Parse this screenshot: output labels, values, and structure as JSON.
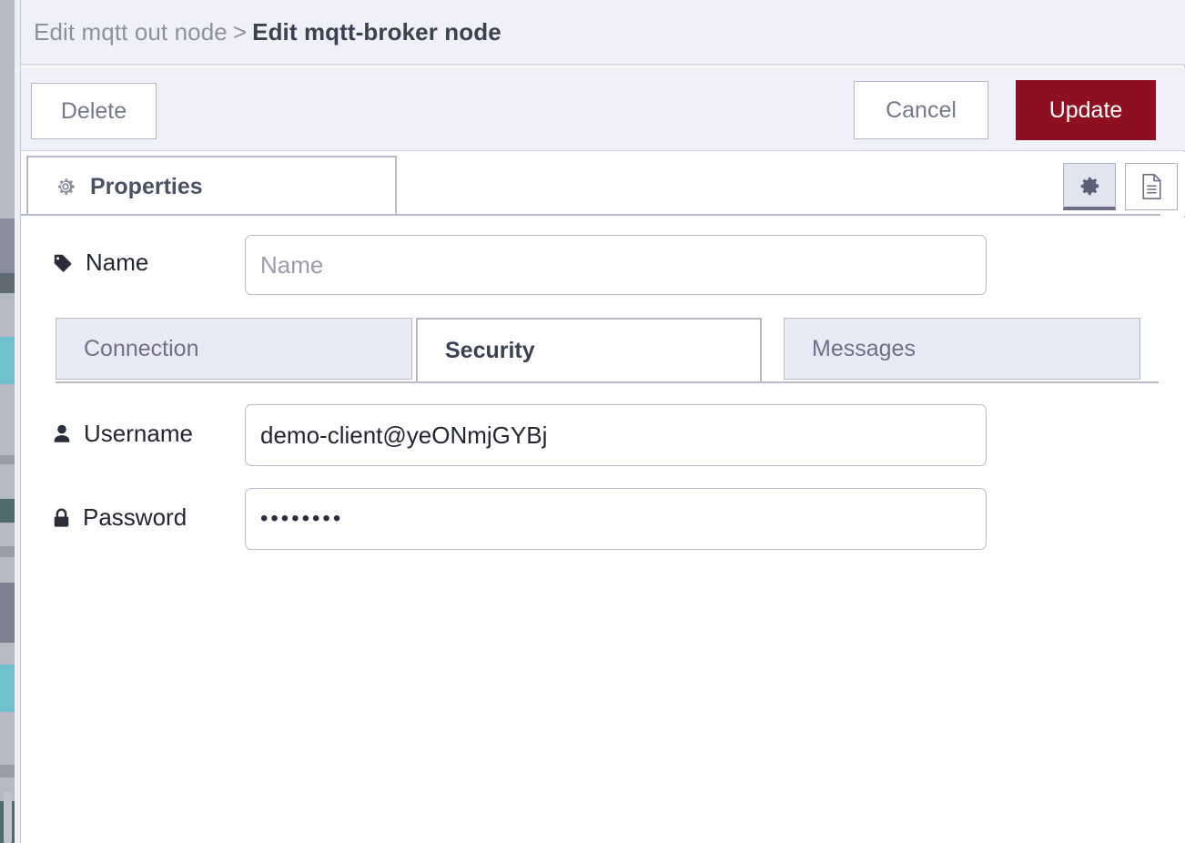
{
  "breadcrumb": {
    "parent": "Edit mqtt out node",
    "separator": ">",
    "current": "Edit mqtt-broker node"
  },
  "toolbar": {
    "delete_label": "Delete",
    "cancel_label": "Cancel",
    "update_label": "Update"
  },
  "tabs": {
    "properties_label": "Properties",
    "gear_icon": "gear-icon",
    "doc_icon": "document-icon"
  },
  "form": {
    "name": {
      "label": "Name",
      "icon": "tag-icon",
      "value": "",
      "placeholder": "Name"
    },
    "subtabs": [
      {
        "label": "Connection",
        "active": false
      },
      {
        "label": "Security",
        "active": true
      },
      {
        "label": "Messages",
        "active": false
      }
    ],
    "username": {
      "label": "Username",
      "icon": "user-icon",
      "value": "demo-client@yeONmjGYBj",
      "placeholder": ""
    },
    "password": {
      "label": "Password",
      "icon": "lock-icon",
      "value": "••••••••",
      "placeholder": "",
      "masked_char_count": 8
    }
  },
  "colors": {
    "header_bg": "#f0f0f8",
    "update_red": "#8e1020",
    "border": "#b9bbc9",
    "subtab_inactive_bg": "#e9eaf7",
    "text_dark": "#23262f",
    "text_muted": "#767a88"
  }
}
